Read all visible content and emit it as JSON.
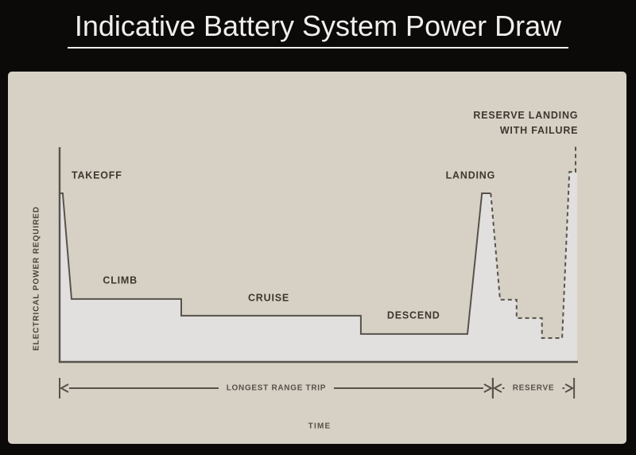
{
  "title": "Indicative Battery System Power Draw",
  "colors": {
    "slide_background": "#0c0a09",
    "title_text": "#f1efec",
    "panel_background": "#d7d1c5",
    "area_fill": "#e1e0de",
    "line": "#57524b",
    "phase_label_text": "#3c372f",
    "annotation_text": "#56514a"
  },
  "chart_data": {
    "type": "area",
    "title": "Indicative Battery System Power Draw",
    "xlabel": "TIME",
    "ylabel": "ELECTRICAL POWER REQUIRED",
    "axes_note": "no numeric ticks; values are relative units (time 0-100, power 0-100 of axis height)",
    "xlim": [
      0,
      100
    ],
    "ylim": [
      0,
      100
    ],
    "grid": false,
    "series": [
      {
        "name": "mission profile (solid)",
        "style": "solid",
        "points": [
          [
            0,
            78.5
          ],
          [
            0.6,
            78.5
          ],
          [
            2.3,
            29.3
          ],
          [
            23.5,
            29.3
          ],
          [
            23.5,
            21.5
          ],
          [
            58.2,
            21.5
          ],
          [
            58.2,
            13
          ],
          [
            78.8,
            13
          ],
          [
            81.6,
            78.5
          ],
          [
            83.3,
            78.5
          ]
        ]
      },
      {
        "name": "reserve landing with failure (dashed)",
        "style": "dashed",
        "points": [
          [
            83.3,
            78.5
          ],
          [
            85.1,
            29
          ],
          [
            88.3,
            29
          ],
          [
            88.3,
            20.4
          ],
          [
            93.2,
            20.4
          ],
          [
            93.2,
            11.1
          ],
          [
            97.1,
            11.1
          ],
          [
            98.5,
            88.5
          ],
          [
            99.7,
            88.5
          ],
          [
            99.7,
            101.5
          ]
        ]
      }
    ],
    "fill_extra": [
      [
        100,
        88.5
      ],
      [
        100,
        0
      ],
      [
        0,
        0
      ]
    ],
    "phase_labels": [
      {
        "id": "takeoff",
        "text": "TAKEOFF",
        "t": 2.3,
        "p": 86.7,
        "align": "left"
      },
      {
        "id": "climb",
        "text": "CLIMB",
        "t": 11.7,
        "p": 37.8,
        "align": "center"
      },
      {
        "id": "cruise",
        "text": "CRUISE",
        "t": 40.4,
        "p": 29.6,
        "align": "center"
      },
      {
        "id": "descend",
        "text": "DESCEND",
        "t": 68.4,
        "p": 21.5,
        "align": "center"
      },
      {
        "id": "landing",
        "text": "LANDING",
        "t": 79.4,
        "p": 86.7,
        "align": "center"
      },
      {
        "id": "reserve-landing-with-failure",
        "text": "RESERVE LANDING\nWITH FAILURE",
        "t": 100.2,
        "p": 118,
        "align": "right"
      }
    ],
    "spans": [
      {
        "id": "longest-range-trip",
        "label": "LONGEST RANGE TRIP",
        "t0": 0,
        "t1": 83.7
      },
      {
        "id": "reserve",
        "label": "RESERVE",
        "t0": 83.7,
        "t1": 99.4
      }
    ]
  }
}
